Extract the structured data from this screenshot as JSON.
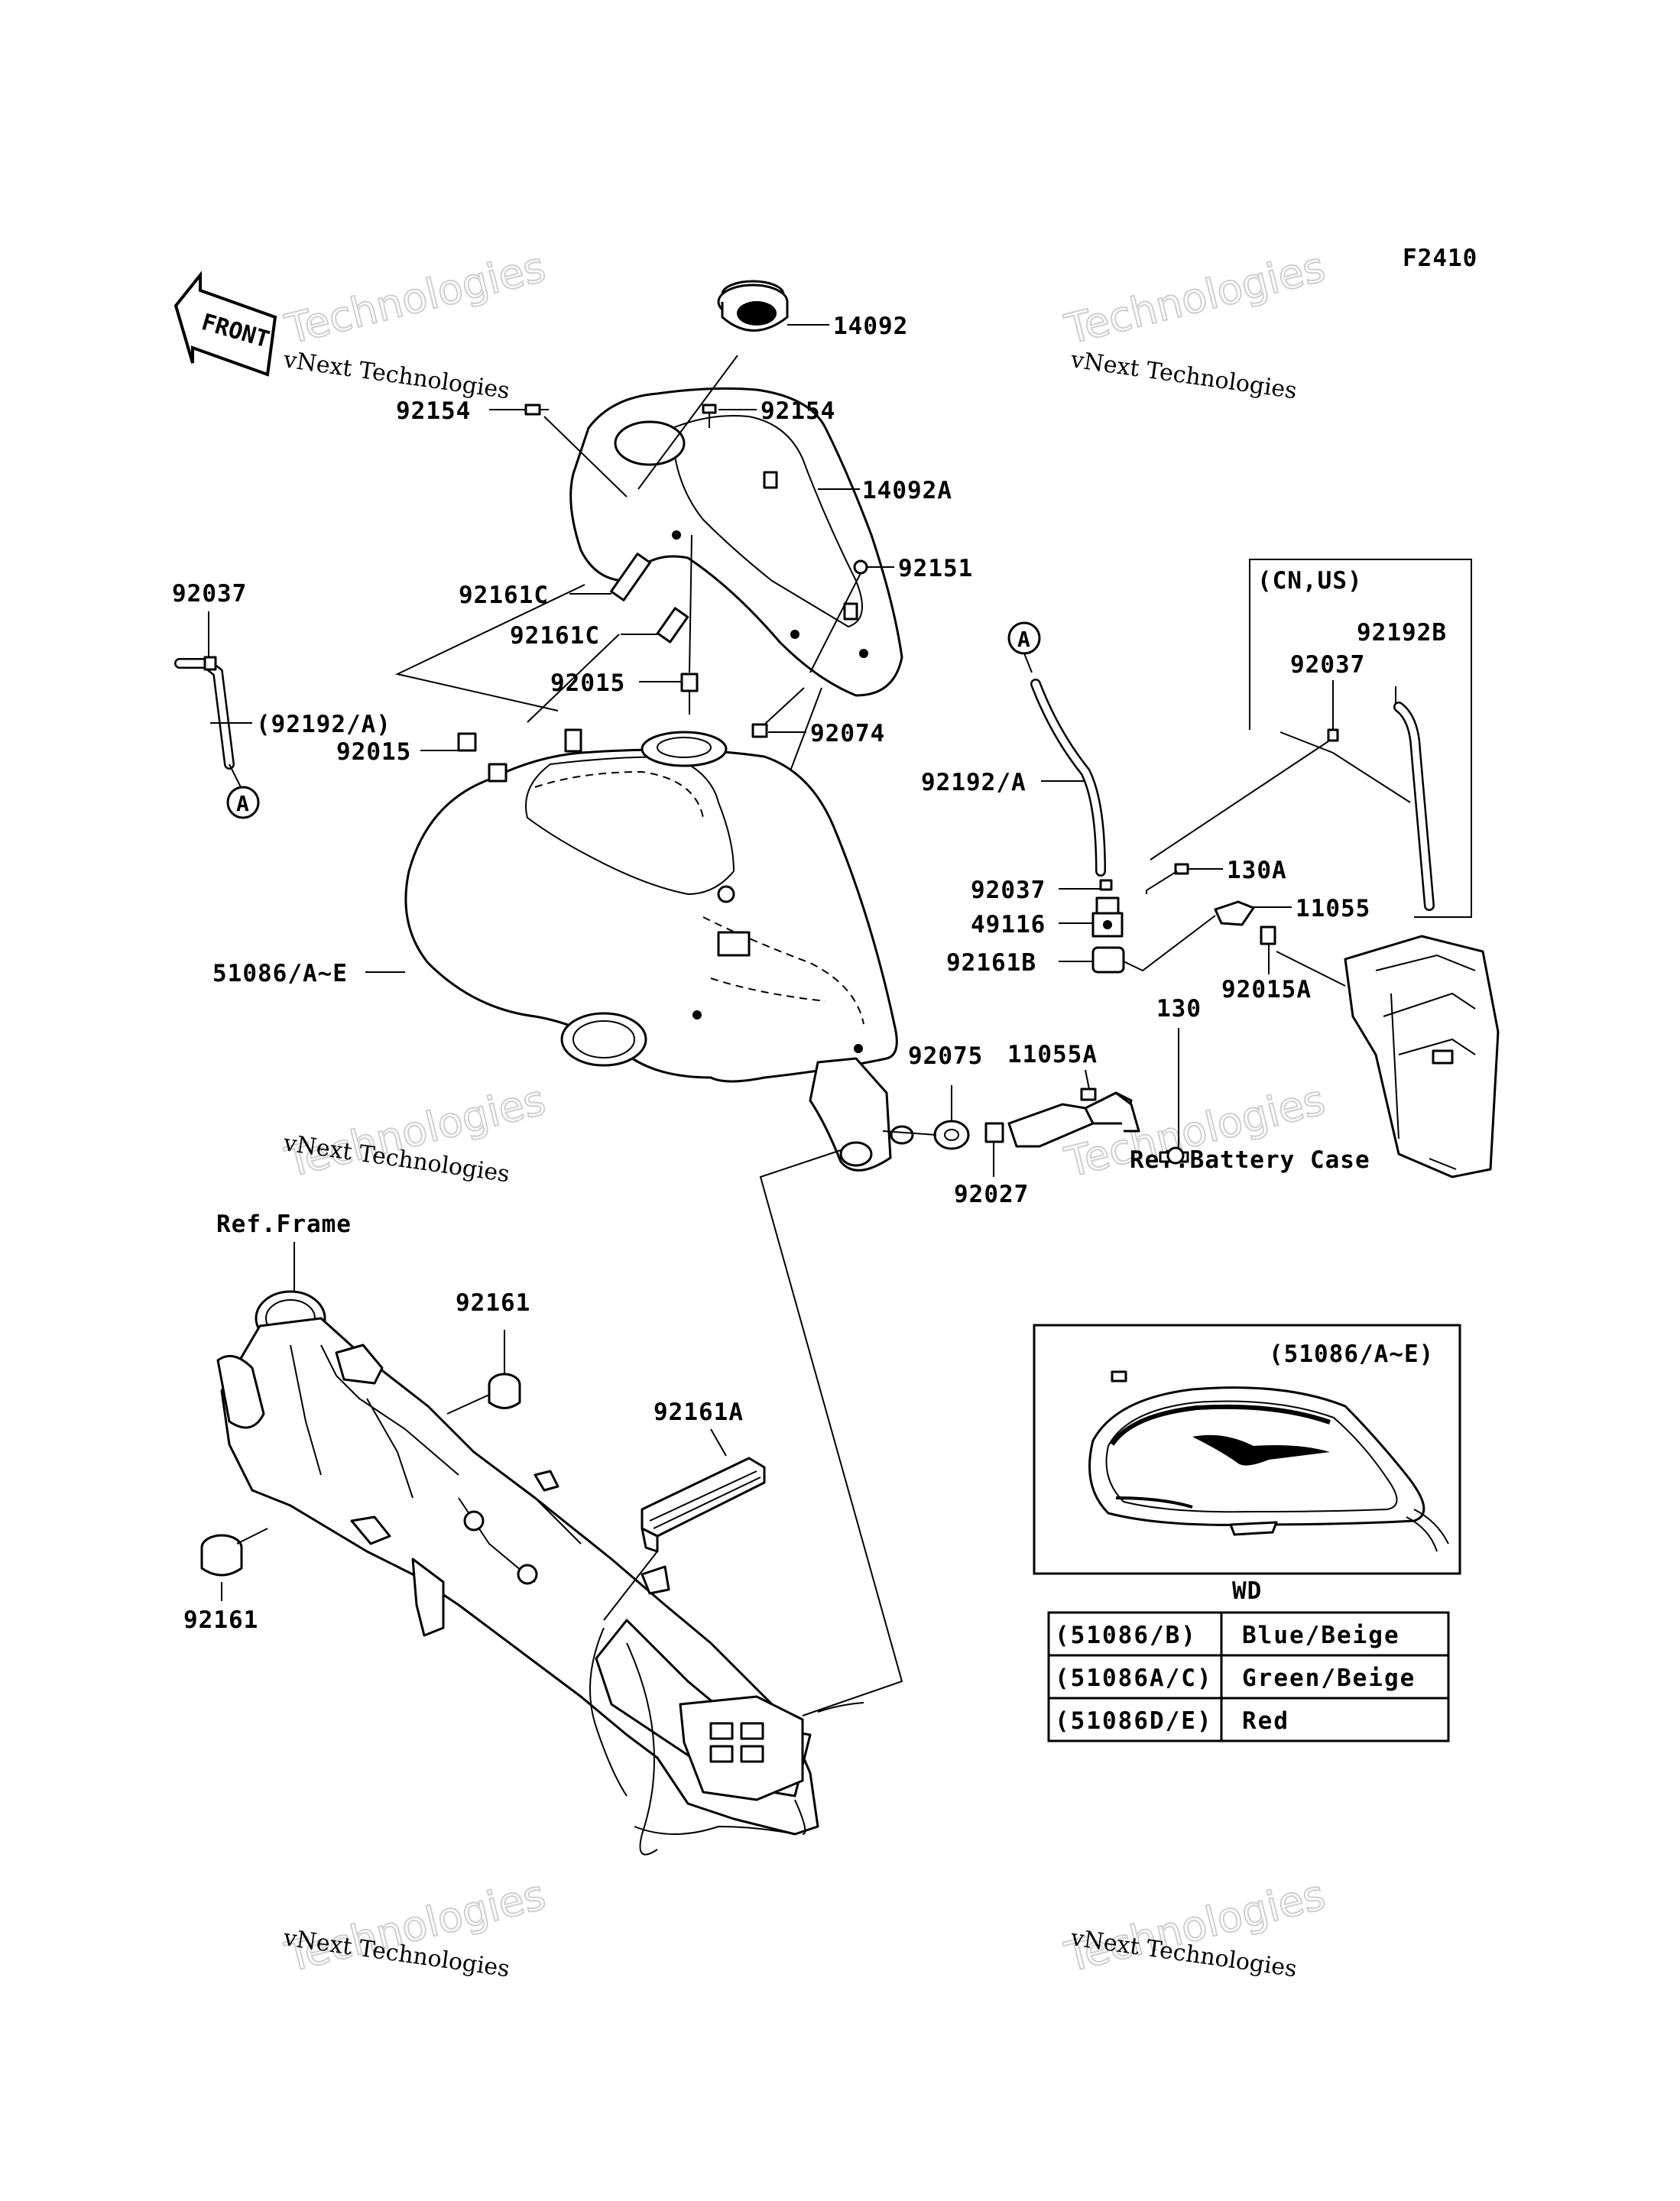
{
  "figure_code": "F2410",
  "front_badge": "FRONT",
  "watermark": {
    "line1": "vNext Technologies",
    "line2": "Technologies"
  },
  "labels": {
    "p14092": "14092",
    "p92154_left": "92154",
    "p92154_right": "92154",
    "p14092A": "14092A",
    "p92151": "92151",
    "p92037_left": "92037",
    "p92161C_1": "92161C",
    "p92161C_2": "92161C",
    "p92015_upper": "92015",
    "p92192A_paren": "(92192/A)",
    "p92015_lower": "92015",
    "p92074": "92074",
    "p92192A": "92192/A",
    "p92037_mid": "92037",
    "p49116": "49116",
    "p92161B": "92161B",
    "p51086": "51086/A~E",
    "p130A": "130A",
    "p11055": "11055",
    "p92015A": "92015A",
    "p92075": "92075",
    "p11055A": "11055A",
    "p130": "130",
    "p92027": "92027",
    "ref_battery": "Ref.Battery Case",
    "ref_frame": "Ref.Frame",
    "p92161_top": "92161",
    "p92161A": "92161A",
    "p92161_bottom": "92161",
    "cn_us": "(CN,US)",
    "p92192B": "92192B",
    "p92037_right": "92037",
    "circle_a_left": "A",
    "circle_a_right": "A",
    "inset_caption": "(51086/A~E)",
    "wd": "WD"
  },
  "color_table": [
    {
      "part": "(51086/B)",
      "color": "Blue/Beige"
    },
    {
      "part": "(51086A/C)",
      "color": "Green/Beige"
    },
    {
      "part": "(51086D/E)",
      "color": "Red"
    }
  ]
}
